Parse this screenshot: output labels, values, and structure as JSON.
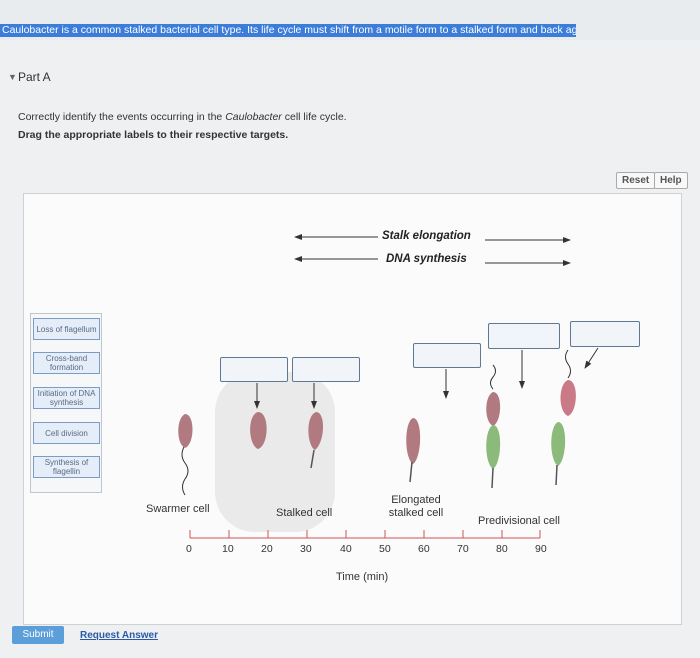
{
  "header": {
    "highlight_text": "Caulobacter is a common stalked bacterial cell type. Its life cycle must shift from a motile form to a stalked form and back again."
  },
  "part": {
    "label": "Part A",
    "instruction_prefix": "Correctly identify the events occurring in the ",
    "instruction_italic": "Caulobacter",
    "instruction_suffix": " cell life cycle.",
    "instruction_2": "Drag the appropriate labels to their respective targets."
  },
  "toolbar": {
    "reset_label": "Reset",
    "help_label": "Help"
  },
  "labels": [
    "Loss of flagellum",
    "Cross-band formation",
    "Initiation of DNA synthesis",
    "Cell division",
    "Synthesis of flagellin"
  ],
  "diagram": {
    "bars": [
      "Stalk elongation",
      "DNA synthesis"
    ],
    "stages": [
      "Swarmer cell",
      "Stalked cell",
      "Elongated stalked cell",
      "Predivisional cell"
    ],
    "time_ticks": [
      "0",
      "10",
      "20",
      "30",
      "40",
      "50",
      "60",
      "70",
      "80",
      "90"
    ],
    "time_axis_label": "Time (min)"
  },
  "footer": {
    "submit_label": "Submit",
    "request_answer_label": "Request Answer"
  },
  "colors": {
    "cell": "#b07a80",
    "stalk_green": "#8cba7a",
    "accent": "#3b7dd8",
    "label_border": "#7a9cc6"
  }
}
